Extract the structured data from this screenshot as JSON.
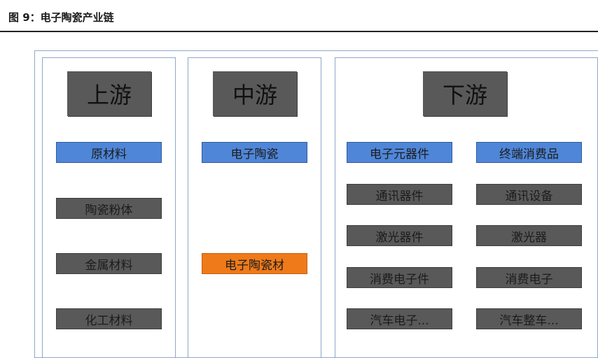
{
  "title": "图 9：电子陶瓷产业链",
  "upstream": {
    "header": "上游",
    "items": [
      "原材料",
      "陶瓷粉体",
      "金属材料",
      "化工材料"
    ]
  },
  "midstream": {
    "header": "中游",
    "items": [
      "电子陶瓷",
      "电子陶瓷材"
    ]
  },
  "downstream": {
    "header": "下游",
    "left_items": [
      "电子元器件",
      "通讯器件",
      "激光器件",
      "消费电子件",
      "汽车电子..."
    ],
    "right_items": [
      "终端消费品",
      "通讯设备",
      "激光器",
      "消费电子",
      "汽车整车..."
    ]
  },
  "colors": {
    "header_gray": "#595959",
    "box_gray": "#595959",
    "highlight_blue": "#4f86d8",
    "highlight_orange": "#ef7a1a",
    "border_blue": "#8fa8c8"
  }
}
